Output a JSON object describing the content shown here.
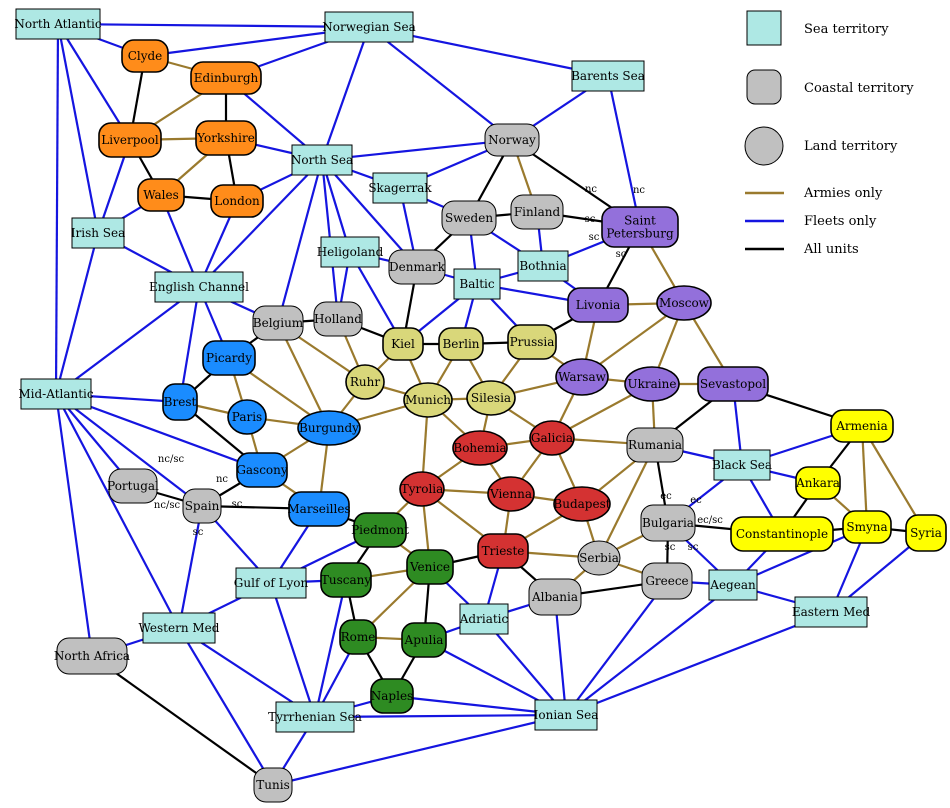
{
  "colors": {
    "sea": "#aee8e4",
    "coastal": "#c0c0c0",
    "land": "#c0c0c0",
    "england": "#ff8c1a",
    "france": "#1a8cff",
    "germany": "#d9d77a",
    "russia": "#9370db",
    "austria": "#d43232",
    "italy": "#2e8b22",
    "turkey": "#ffff00",
    "neutral": "#c0c0c0",
    "army_edge": "#9a7a2e",
    "fleet_edge": "#1515e0",
    "all_edge": "#000000"
  },
  "legend": {
    "sea": "Sea territory",
    "coastal": "Coastal territory",
    "land": "Land territory",
    "army": "Armies only",
    "fleet": "Fleets only",
    "all": "All units"
  },
  "nodes": [
    {
      "id": "NAO",
      "label": "North Atlantic",
      "shape": "sea",
      "color": "sea"
    },
    {
      "id": "NWG",
      "label": "Norwegian Sea",
      "shape": "sea",
      "color": "sea"
    },
    {
      "id": "BAR",
      "label": "Barents Sea",
      "shape": "sea",
      "color": "sea"
    },
    {
      "id": "NTH",
      "label": "North Sea",
      "shape": "sea",
      "color": "sea"
    },
    {
      "id": "SKA",
      "label": "Skagerrak",
      "shape": "sea",
      "color": "sea"
    },
    {
      "id": "IRI",
      "label": "Irish Sea",
      "shape": "sea",
      "color": "sea"
    },
    {
      "id": "HEL",
      "label": "Heligoland",
      "shape": "sea",
      "color": "sea"
    },
    {
      "id": "ENG",
      "label": "English Channel",
      "shape": "sea",
      "color": "sea"
    },
    {
      "id": "BAL",
      "label": "Baltic",
      "shape": "sea",
      "color": "sea"
    },
    {
      "id": "BOT",
      "label": "Bothnia",
      "shape": "sea",
      "color": "sea"
    },
    {
      "id": "MAO",
      "label": "Mid-Atlantic",
      "shape": "sea",
      "color": "sea"
    },
    {
      "id": "BLA",
      "label": "Black Sea",
      "shape": "sea",
      "color": "sea"
    },
    {
      "id": "LYO",
      "label": "Gulf of Lyon",
      "shape": "sea",
      "color": "sea"
    },
    {
      "id": "WES",
      "label": "Western Med",
      "shape": "sea",
      "color": "sea"
    },
    {
      "id": "ADR",
      "label": "Adriatic",
      "shape": "sea",
      "color": "sea"
    },
    {
      "id": "AEG",
      "label": "Aegean",
      "shape": "sea",
      "color": "sea"
    },
    {
      "id": "EAS",
      "label": "Eastern Med",
      "shape": "sea",
      "color": "sea"
    },
    {
      "id": "TYS",
      "label": "Tyrrhenian Sea",
      "shape": "sea",
      "color": "sea"
    },
    {
      "id": "ION",
      "label": "Ionian Sea",
      "shape": "sea",
      "color": "sea"
    },
    {
      "id": "CLY",
      "label": "Clyde",
      "shape": "coastal",
      "color": "england"
    },
    {
      "id": "EDI",
      "label": "Edinburgh",
      "shape": "coastal",
      "color": "england"
    },
    {
      "id": "LVP",
      "label": "Liverpool",
      "shape": "coastal",
      "color": "england"
    },
    {
      "id": "YOR",
      "label": "Yorkshire",
      "shape": "coastal",
      "color": "england"
    },
    {
      "id": "WAL",
      "label": "Wales",
      "shape": "coastal",
      "color": "england"
    },
    {
      "id": "LON",
      "label": "London",
      "shape": "coastal",
      "color": "england"
    },
    {
      "id": "NWY",
      "label": "Norway",
      "shape": "coastal",
      "color": "neutral"
    },
    {
      "id": "SWE",
      "label": "Sweden",
      "shape": "coastal",
      "color": "neutral"
    },
    {
      "id": "FIN",
      "label": "Finland",
      "shape": "coastal",
      "color": "neutral"
    },
    {
      "id": "STP",
      "label": "Saint Petersburg",
      "lines": [
        "Saint",
        "Petersburg"
      ],
      "shape": "coastal",
      "color": "russia"
    },
    {
      "id": "DEN",
      "label": "Denmark",
      "shape": "coastal",
      "color": "neutral"
    },
    {
      "id": "BEL",
      "label": "Belgium",
      "shape": "coastal",
      "color": "neutral"
    },
    {
      "id": "HOL",
      "label": "Holland",
      "shape": "coastal",
      "color": "neutral"
    },
    {
      "id": "KIE",
      "label": "Kiel",
      "shape": "coastal",
      "color": "germany"
    },
    {
      "id": "BER",
      "label": "Berlin",
      "shape": "coastal",
      "color": "germany"
    },
    {
      "id": "PRU",
      "label": "Prussia",
      "shape": "coastal",
      "color": "germany"
    },
    {
      "id": "LVN",
      "label": "Livonia",
      "shape": "coastal",
      "color": "russia"
    },
    {
      "id": "MOS",
      "label": "Moscow",
      "shape": "land",
      "color": "russia"
    },
    {
      "id": "PIC",
      "label": "Picardy",
      "shape": "coastal",
      "color": "france"
    },
    {
      "id": "RUH",
      "label": "Ruhr",
      "shape": "land",
      "color": "germany"
    },
    {
      "id": "MUN",
      "label": "Munich",
      "shape": "land",
      "color": "germany"
    },
    {
      "id": "SIL",
      "label": "Silesia",
      "shape": "land",
      "color": "germany"
    },
    {
      "id": "WAR",
      "label": "Warsaw",
      "shape": "land",
      "color": "russia"
    },
    {
      "id": "UKR",
      "label": "Ukraine",
      "shape": "land",
      "color": "russia"
    },
    {
      "id": "SEV",
      "label": "Sevastopol",
      "shape": "coastal",
      "color": "russia"
    },
    {
      "id": "BRE",
      "label": "Brest",
      "shape": "coastal",
      "color": "france"
    },
    {
      "id": "PAR",
      "label": "Paris",
      "shape": "land",
      "color": "france"
    },
    {
      "id": "BUR",
      "label": "Burgundy",
      "shape": "land",
      "color": "france"
    },
    {
      "id": "BOH",
      "label": "Bohemia",
      "shape": "land",
      "color": "austria"
    },
    {
      "id": "GAL",
      "label": "Galicia",
      "shape": "land",
      "color": "austria"
    },
    {
      "id": "RUM",
      "label": "Rumania",
      "shape": "coastal",
      "color": "neutral"
    },
    {
      "id": "ARM",
      "label": "Armenia",
      "shape": "coastal",
      "color": "turkey"
    },
    {
      "id": "GAS",
      "label": "Gascony",
      "shape": "coastal",
      "color": "france"
    },
    {
      "id": "POR",
      "label": "Portugal",
      "shape": "coastal",
      "color": "neutral"
    },
    {
      "id": "SPA",
      "label": "Spain",
      "shape": "coastal",
      "color": "neutral"
    },
    {
      "id": "MAR",
      "label": "Marseilles",
      "shape": "coastal",
      "color": "france"
    },
    {
      "id": "TYR",
      "label": "Tyrolia",
      "shape": "land",
      "color": "austria"
    },
    {
      "id": "VIE",
      "label": "Vienna",
      "shape": "land",
      "color": "austria"
    },
    {
      "id": "BUD",
      "label": "Budapest",
      "shape": "land",
      "color": "austria"
    },
    {
      "id": "ANK",
      "label": "Ankara",
      "shape": "coastal",
      "color": "turkey"
    },
    {
      "id": "BUL",
      "label": "Bulgaria",
      "shape": "coastal",
      "color": "neutral"
    },
    {
      "id": "CON",
      "label": "Constantinople",
      "shape": "coastal",
      "color": "turkey"
    },
    {
      "id": "SMY",
      "label": "Smyna",
      "shape": "coastal",
      "color": "turkey"
    },
    {
      "id": "SYR",
      "label": "Syria",
      "shape": "coastal",
      "color": "turkey"
    },
    {
      "id": "PIE",
      "label": "Piedmont",
      "shape": "coastal",
      "color": "italy"
    },
    {
      "id": "VEN",
      "label": "Venice",
      "shape": "coastal",
      "color": "italy"
    },
    {
      "id": "TRI",
      "label": "Trieste",
      "shape": "coastal",
      "color": "austria"
    },
    {
      "id": "SER",
      "label": "Serbia",
      "shape": "land",
      "color": "neutral"
    },
    {
      "id": "TUS",
      "label": "Tuscany",
      "shape": "coastal",
      "color": "italy"
    },
    {
      "id": "GRE",
      "label": "Greece",
      "shape": "coastal",
      "color": "neutral"
    },
    {
      "id": "ALB",
      "label": "Albania",
      "shape": "coastal",
      "color": "neutral"
    },
    {
      "id": "ROM",
      "label": "Rome",
      "shape": "coastal",
      "color": "italy"
    },
    {
      "id": "APU",
      "label": "Apulia",
      "shape": "coastal",
      "color": "italy"
    },
    {
      "id": "NAF",
      "label": "North Africa",
      "shape": "coastal",
      "color": "neutral"
    },
    {
      "id": "NAP",
      "label": "Naples",
      "shape": "coastal",
      "color": "italy"
    },
    {
      "id": "TUN",
      "label": "Tunis",
      "shape": "coastal",
      "color": "neutral"
    }
  ],
  "edges": [
    [
      "NAO",
      "NWG",
      "F"
    ],
    [
      "NAO",
      "CLY",
      "F"
    ],
    [
      "NAO",
      "LVP",
      "F"
    ],
    [
      "NAO",
      "IRI",
      "F"
    ],
    [
      "NAO",
      "MAO",
      "F"
    ],
    [
      "NWG",
      "BAR",
      "F"
    ],
    [
      "NWG",
      "NWY",
      "F"
    ],
    [
      "NWG",
      "NTH",
      "F"
    ],
    [
      "NWG",
      "EDI",
      "F"
    ],
    [
      "NWG",
      "CLY",
      "F"
    ],
    [
      "BAR",
      "NWY",
      "F"
    ],
    [
      "BAR",
      "STP",
      "F"
    ],
    [
      "CLY",
      "EDI",
      "A"
    ],
    [
      "CLY",
      "LVP",
      "X"
    ],
    [
      "EDI",
      "LVP",
      "A"
    ],
    [
      "EDI",
      "YOR",
      "X"
    ],
    [
      "EDI",
      "NTH",
      "F"
    ],
    [
      "LVP",
      "YOR",
      "A"
    ],
    [
      "LVP",
      "WAL",
      "X"
    ],
    [
      "LVP",
      "IRI",
      "F"
    ],
    [
      "YOR",
      "WAL",
      "A"
    ],
    [
      "YOR",
      "LON",
      "X"
    ],
    [
      "YOR",
      "NTH",
      "F"
    ],
    [
      "WAL",
      "LON",
      "X"
    ],
    [
      "WAL",
      "IRI",
      "F"
    ],
    [
      "WAL",
      "ENG",
      "F"
    ],
    [
      "LON",
      "NTH",
      "F"
    ],
    [
      "LON",
      "ENG",
      "F"
    ],
    [
      "IRI",
      "ENG",
      "F"
    ],
    [
      "IRI",
      "MAO",
      "F"
    ],
    [
      "NTH",
      "NWY",
      "F"
    ],
    [
      "NTH",
      "SKA",
      "F"
    ],
    [
      "NTH",
      "DEN",
      "F"
    ],
    [
      "NTH",
      "HEL",
      "F"
    ],
    [
      "NTH",
      "HOL",
      "F"
    ],
    [
      "NTH",
      "BEL",
      "F"
    ],
    [
      "NTH",
      "ENG",
      "F"
    ],
    [
      "NWY",
      "SWE",
      "X"
    ],
    [
      "NWY",
      "SKA",
      "F"
    ],
    [
      "NWY",
      "FIN",
      "A"
    ],
    [
      "NWY",
      "STP",
      "X"
    ],
    [
      "SKA",
      "SWE",
      "F"
    ],
    [
      "SKA",
      "DEN",
      "F"
    ],
    [
      "SWE",
      "FIN",
      "X"
    ],
    [
      "SWE",
      "DEN",
      "X"
    ],
    [
      "SWE",
      "BAL",
      "F"
    ],
    [
      "SWE",
      "BOT",
      "F"
    ],
    [
      "FIN",
      "STP",
      "X"
    ],
    [
      "FIN",
      "BOT",
      "F"
    ],
    [
      "STP",
      "BOT",
      "F"
    ],
    [
      "STP",
      "LVN",
      "X"
    ],
    [
      "STP",
      "MOS",
      "A"
    ],
    [
      "HEL",
      "DEN",
      "F"
    ],
    [
      "HEL",
      "KIE",
      "F"
    ],
    [
      "HEL",
      "HOL",
      "F"
    ],
    [
      "DEN",
      "BAL",
      "F"
    ],
    [
      "DEN",
      "KIE",
      "X"
    ],
    [
      "BAL",
      "BOT",
      "F"
    ],
    [
      "BAL",
      "KIE",
      "F"
    ],
    [
      "BAL",
      "BER",
      "F"
    ],
    [
      "BAL",
      "PRU",
      "F"
    ],
    [
      "BAL",
      "LVN",
      "F"
    ],
    [
      "BOT",
      "LVN",
      "F"
    ],
    [
      "ENG",
      "MAO",
      "F"
    ],
    [
      "ENG",
      "BRE",
      "F"
    ],
    [
      "ENG",
      "PIC",
      "F"
    ],
    [
      "ENG",
      "BEL",
      "F"
    ],
    [
      "BEL",
      "HOL",
      "X"
    ],
    [
      "BEL",
      "PIC",
      "X"
    ],
    [
      "BEL",
      "BUR",
      "A"
    ],
    [
      "BEL",
      "RUH",
      "A"
    ],
    [
      "HOL",
      "KIE",
      "X"
    ],
    [
      "HOL",
      "RUH",
      "A"
    ],
    [
      "KIE",
      "BER",
      "X"
    ],
    [
      "KIE",
      "RUH",
      "A"
    ],
    [
      "KIE",
      "MUN",
      "A"
    ],
    [
      "BER",
      "PRU",
      "X"
    ],
    [
      "BER",
      "MUN",
      "A"
    ],
    [
      "BER",
      "SIL",
      "A"
    ],
    [
      "PRU",
      "LVN",
      "X"
    ],
    [
      "PRU",
      "WAR",
      "A"
    ],
    [
      "PRU",
      "SIL",
      "A"
    ],
    [
      "LVN",
      "MOS",
      "A"
    ],
    [
      "LVN",
      "WAR",
      "A"
    ],
    [
      "MOS",
      "WAR",
      "A"
    ],
    [
      "MOS",
      "UKR",
      "A"
    ],
    [
      "MOS",
      "SEV",
      "A"
    ],
    [
      "PIC",
      "BRE",
      "X"
    ],
    [
      "PIC",
      "PAR",
      "A"
    ],
    [
      "PIC",
      "BUR",
      "A"
    ],
    [
      "RUH",
      "MUN",
      "A"
    ],
    [
      "RUH",
      "BUR",
      "A"
    ],
    [
      "MUN",
      "SIL",
      "A"
    ],
    [
      "MUN",
      "BUR",
      "A"
    ],
    [
      "MUN",
      "BOH",
      "A"
    ],
    [
      "MUN",
      "TYR",
      "A"
    ],
    [
      "SIL",
      "WAR",
      "A"
    ],
    [
      "SIL",
      "BOH",
      "A"
    ],
    [
      "SIL",
      "GAL",
      "A"
    ],
    [
      "WAR",
      "UKR",
      "A"
    ],
    [
      "WAR",
      "GAL",
      "A"
    ],
    [
      "UKR",
      "SEV",
      "A"
    ],
    [
      "UKR",
      "GAL",
      "A"
    ],
    [
      "UKR",
      "RUM",
      "A"
    ],
    [
      "SEV",
      "RUM",
      "X"
    ],
    [
      "SEV",
      "ARM",
      "X"
    ],
    [
      "SEV",
      "BLA",
      "F"
    ],
    [
      "MAO",
      "BRE",
      "F"
    ],
    [
      "MAO",
      "GAS",
      "F"
    ],
    [
      "MAO",
      "POR",
      "F"
    ],
    [
      "MAO",
      "SPA",
      "F"
    ],
    [
      "MAO",
      "NAF",
      "F"
    ],
    [
      "MAO",
      "WES",
      "F"
    ],
    [
      "BRE",
      "PAR",
      "A"
    ],
    [
      "BRE",
      "GAS",
      "X"
    ],
    [
      "PAR",
      "BUR",
      "A"
    ],
    [
      "PAR",
      "GAS",
      "A"
    ],
    [
      "BUR",
      "GAS",
      "A"
    ],
    [
      "BUR",
      "MAR",
      "A"
    ],
    [
      "BOH",
      "GAL",
      "A"
    ],
    [
      "BOH",
      "TYR",
      "A"
    ],
    [
      "BOH",
      "VIE",
      "A"
    ],
    [
      "GAL",
      "RUM",
      "A"
    ],
    [
      "GAL",
      "VIE",
      "A"
    ],
    [
      "GAL",
      "BUD",
      "A"
    ],
    [
      "RUM",
      "BUD",
      "A"
    ],
    [
      "RUM",
      "SER",
      "A"
    ],
    [
      "RUM",
      "BLA",
      "F"
    ],
    [
      "RUM",
      "BUL",
      "X"
    ],
    [
      "BLA",
      "ARM",
      "F"
    ],
    [
      "BLA",
      "ANK",
      "F"
    ],
    [
      "BLA",
      "CON",
      "F"
    ],
    [
      "BLA",
      "BUL",
      "F"
    ],
    [
      "ARM",
      "ANK",
      "X"
    ],
    [
      "ARM",
      "SMY",
      "A"
    ],
    [
      "ARM",
      "SYR",
      "A"
    ],
    [
      "GAS",
      "SPA",
      "X"
    ],
    [
      "GAS",
      "MAR",
      "A"
    ],
    [
      "POR",
      "SPA",
      "X"
    ],
    [
      "SPA",
      "MAR",
      "X"
    ],
    [
      "SPA",
      "LYO",
      "F"
    ],
    [
      "SPA",
      "WES",
      "F"
    ],
    [
      "MAR",
      "PIE",
      "X"
    ],
    [
      "MAR",
      "LYO",
      "F"
    ],
    [
      "TYR",
      "VIE",
      "A"
    ],
    [
      "TYR",
      "TRI",
      "A"
    ],
    [
      "TYR",
      "VEN",
      "A"
    ],
    [
      "TYR",
      "PIE",
      "A"
    ],
    [
      "VIE",
      "BUD",
      "A"
    ],
    [
      "VIE",
      "TRI",
      "A"
    ],
    [
      "BUD",
      "TRI",
      "A"
    ],
    [
      "BUD",
      "SER",
      "A"
    ],
    [
      "ANK",
      "CON",
      "X"
    ],
    [
      "ANK",
      "SMY",
      "A"
    ],
    [
      "BUL",
      "CON",
      "X"
    ],
    [
      "BUL",
      "SER",
      "A"
    ],
    [
      "BUL",
      "GRE",
      "X"
    ],
    [
      "BUL",
      "AEG",
      "F"
    ],
    [
      "CON",
      "SMY",
      "X"
    ],
    [
      "CON",
      "AEG",
      "F"
    ],
    [
      "SMY",
      "SYR",
      "X"
    ],
    [
      "SMY",
      "AEG",
      "F"
    ],
    [
      "SMY",
      "EAS",
      "F"
    ],
    [
      "SYR",
      "EAS",
      "F"
    ],
    [
      "PIE",
      "VEN",
      "A"
    ],
    [
      "PIE",
      "TUS",
      "X"
    ],
    [
      "PIE",
      "LYO",
      "F"
    ],
    [
      "VEN",
      "TRI",
      "X"
    ],
    [
      "VEN",
      "TUS",
      "A"
    ],
    [
      "VEN",
      "ROM",
      "A"
    ],
    [
      "VEN",
      "APU",
      "X"
    ],
    [
      "VEN",
      "ADR",
      "F"
    ],
    [
      "TRI",
      "SER",
      "A"
    ],
    [
      "TRI",
      "ALB",
      "X"
    ],
    [
      "TRI",
      "ADR",
      "F"
    ],
    [
      "SER",
      "ALB",
      "A"
    ],
    [
      "SER",
      "GRE",
      "A"
    ],
    [
      "TUS",
      "ROM",
      "X"
    ],
    [
      "TUS",
      "LYO",
      "F"
    ],
    [
      "TUS",
      "TYS",
      "F"
    ],
    [
      "GRE",
      "ALB",
      "X"
    ],
    [
      "GRE",
      "AEG",
      "F"
    ],
    [
      "GRE",
      "ION",
      "F"
    ],
    [
      "ALB",
      "ADR",
      "F"
    ],
    [
      "ALB",
      "ION",
      "F"
    ],
    [
      "AEG",
      "EAS",
      "F"
    ],
    [
      "AEG",
      "ION",
      "F"
    ],
    [
      "EAS",
      "ION",
      "F"
    ],
    [
      "LYO",
      "WES",
      "F"
    ],
    [
      "LYO",
      "TYS",
      "F"
    ],
    [
      "WES",
      "NAF",
      "F"
    ],
    [
      "WES",
      "TUN",
      "F"
    ],
    [
      "WES",
      "TYS",
      "F"
    ],
    [
      "ADR",
      "APU",
      "F"
    ],
    [
      "ADR",
      "ION",
      "F"
    ],
    [
      "ROM",
      "APU",
      "A"
    ],
    [
      "ROM",
      "NAP",
      "X"
    ],
    [
      "ROM",
      "TYS",
      "F"
    ],
    [
      "APU",
      "NAP",
      "X"
    ],
    [
      "APU",
      "ION",
      "F"
    ],
    [
      "NAF",
      "TUN",
      "X"
    ],
    [
      "NAP",
      "TYS",
      "F"
    ],
    [
      "NAP",
      "ION",
      "F"
    ],
    [
      "TYS",
      "TUN",
      "F"
    ],
    [
      "TYS",
      "ION",
      "F"
    ],
    [
      "TUN",
      "ION",
      "F"
    ]
  ],
  "coast_labels": [
    {
      "id": "stp-nc-1",
      "text": "nc"
    },
    {
      "id": "stp-nc-2",
      "text": "nc"
    },
    {
      "id": "stp-sc-1",
      "text": "sc"
    },
    {
      "id": "stp-sc-2",
      "text": "sc"
    },
    {
      "id": "stp-sc-3",
      "text": "sc"
    },
    {
      "id": "spa-ncsc-1",
      "text": "nc/sc"
    },
    {
      "id": "spa-nc",
      "text": "nc"
    },
    {
      "id": "spa-ncsc-2",
      "text": "nc/sc"
    },
    {
      "id": "spa-sc-1",
      "text": "sc"
    },
    {
      "id": "spa-sc-2",
      "text": "sc"
    },
    {
      "id": "bul-ec-1",
      "text": "ec"
    },
    {
      "id": "bul-ec-2",
      "text": "ec"
    },
    {
      "id": "bul-ecsc",
      "text": "ec/sc"
    },
    {
      "id": "bul-sc-1",
      "text": "sc"
    },
    {
      "id": "bul-sc-2",
      "text": "sc"
    }
  ]
}
